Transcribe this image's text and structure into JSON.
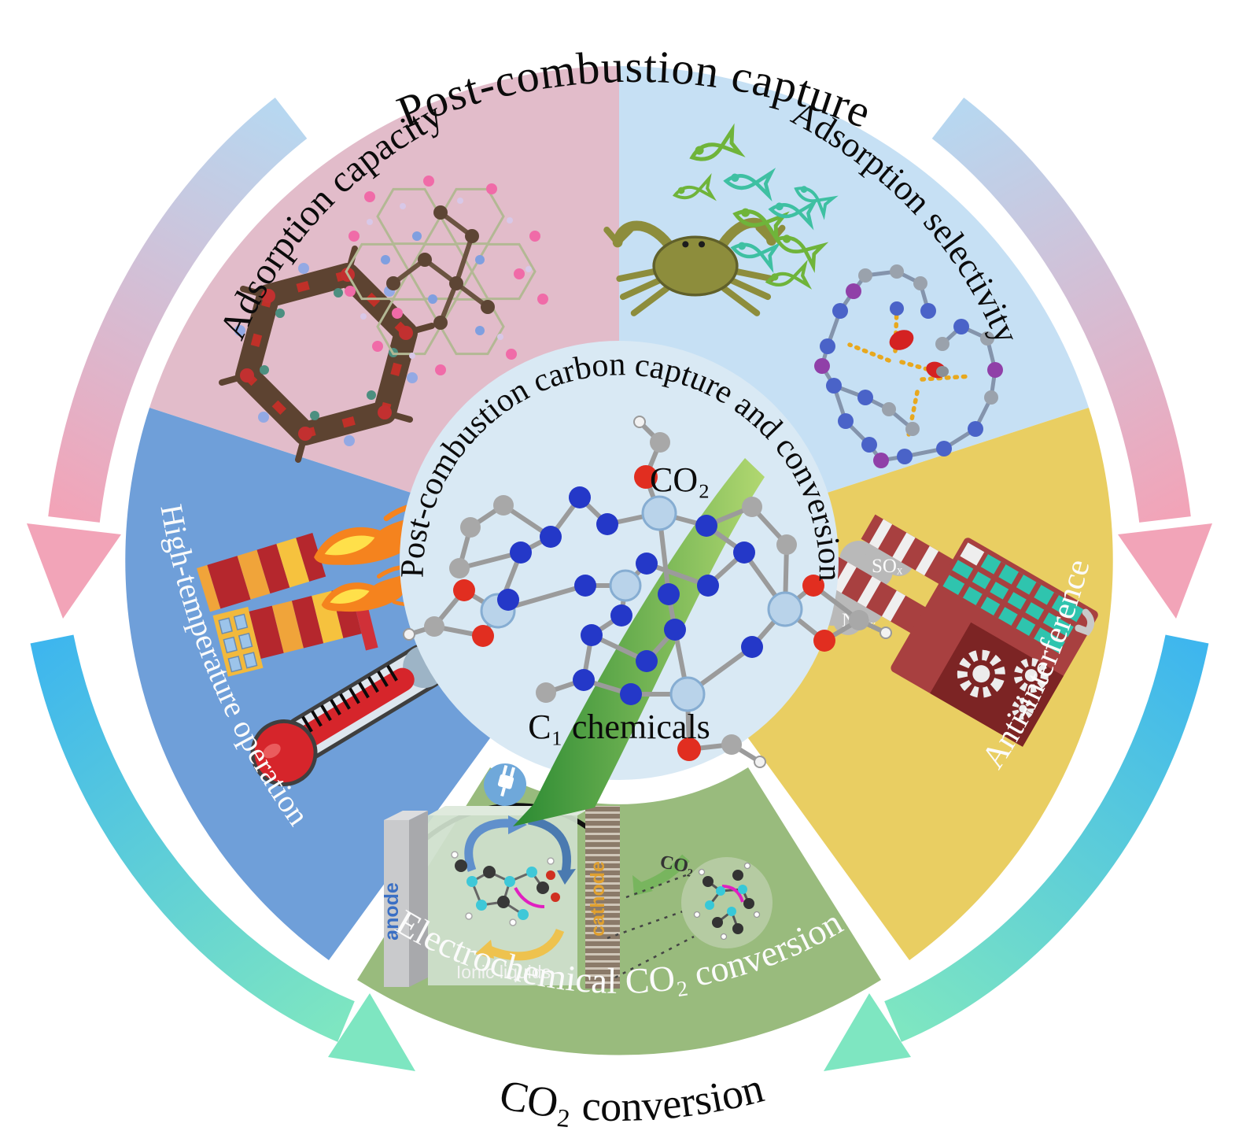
{
  "figure": {
    "top_title": "Post-combustion capture",
    "bottom_title": "CO₂ conversion",
    "center": {
      "arc_label": "Post-combustion carbon capture and conversion",
      "co2_label": "CO₂",
      "c1_label": "C₁ chemicals"
    },
    "sectors": [
      {
        "label": "Adsorption capacity",
        "color": "#e2bcca",
        "text_color": "#0b0b0b"
      },
      {
        "label": "Adsorption selectivity",
        "color": "#c6e0f4",
        "text_color": "#0b0b0b"
      },
      {
        "label": "Anti-interference",
        "color": "#e9ce62",
        "text_color": "#fbfbfb"
      },
      {
        "label": "Electrochemical CO₂ conversion",
        "color": "#99bb7d",
        "text_color": "#fbfbfb"
      },
      {
        "label": "High-temperature operation",
        "color": "#6f9fd9",
        "text_color": "#fbfbfb"
      }
    ],
    "flue_gas": {
      "sox": "SOₓ",
      "nox": "NOₓ"
    },
    "cell": {
      "anode": "anode",
      "cathode": "cathode",
      "electrolyte": "Ionic liquids",
      "co2": "CO₂"
    },
    "colors": {
      "center_fill": "#d9e9f4",
      "capture_arrow_start": "#b7d7f0",
      "capture_arrow_end": "#f2a4b8",
      "conversion_arrow_start": "#3eb6ee",
      "conversion_arrow_end": "#7ee6c1",
      "swoosh_start": "#2e8c34",
      "swoosh_end": "#b9dc74"
    },
    "icons": {
      "crab": "crab-icon",
      "fish": "fish-icon",
      "flame": "flame-icon",
      "thermometer": "thermometer-icon",
      "factory": "factory-icon",
      "smoke": "smoke-cloud-icon",
      "plug": "power-plug-icon",
      "gear": "gear-icon"
    }
  }
}
